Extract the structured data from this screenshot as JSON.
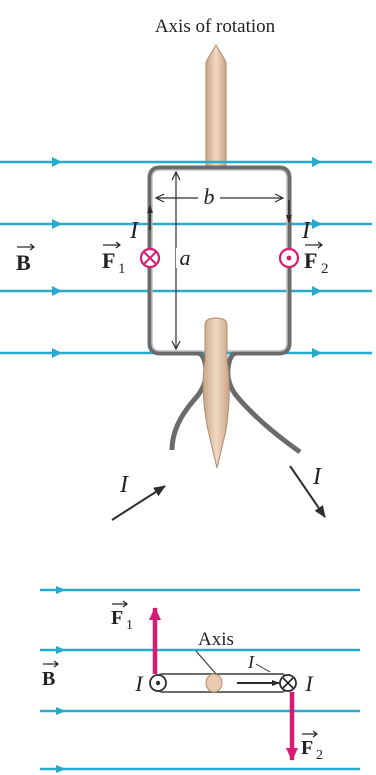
{
  "top_diagram": {
    "axis_label": "Axis of rotation",
    "field_label": "B",
    "force1_label": "F",
    "force1_sub": "1",
    "force2_label": "F",
    "force2_sub": "2",
    "current_label": "I",
    "side_a_label": "a",
    "side_b_label": "b"
  },
  "bottom_diagram": {
    "axis_label": "Axis",
    "field_label": "B",
    "force1_label": "F",
    "force1_sub": "1",
    "force2_label": "F",
    "force2_sub": "2",
    "current_label": "I"
  },
  "colors": {
    "field_line": "#2aa9cf",
    "force": "#d81b72",
    "loop": "#6b6b6b",
    "axle": "#e7c6a8",
    "arrow": "#2d2d2d",
    "text": "#222222"
  }
}
